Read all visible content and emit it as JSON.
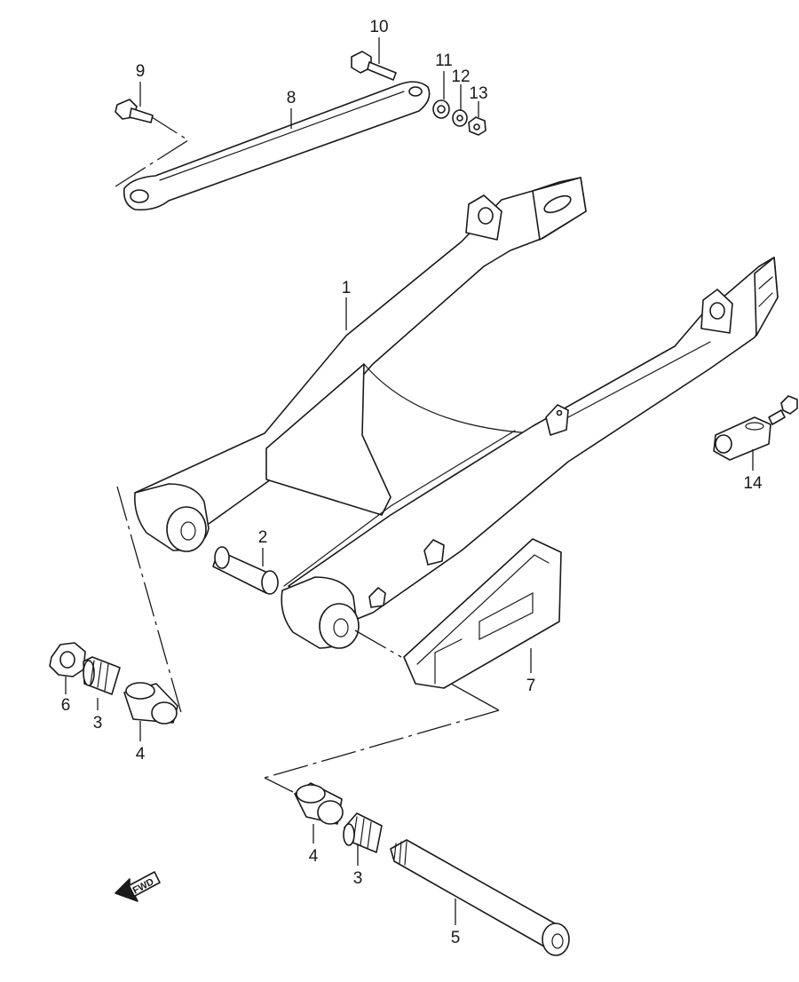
{
  "diagram": {
    "callouts": [
      {
        "id": "c1",
        "text": "1"
      },
      {
        "id": "c2",
        "text": "2"
      },
      {
        "id": "c3a",
        "text": "3"
      },
      {
        "id": "c3b",
        "text": "3"
      },
      {
        "id": "c4a",
        "text": "4"
      },
      {
        "id": "c4b",
        "text": "4"
      },
      {
        "id": "c5",
        "text": "5"
      },
      {
        "id": "c6",
        "text": "6"
      },
      {
        "id": "c7",
        "text": "7"
      },
      {
        "id": "c8",
        "text": "8"
      },
      {
        "id": "c9",
        "text": "9"
      },
      {
        "id": "c10",
        "text": "10"
      },
      {
        "id": "c11",
        "text": "11"
      },
      {
        "id": "c12",
        "text": "12"
      },
      {
        "id": "c13",
        "text": "13"
      },
      {
        "id": "c14",
        "text": "14"
      }
    ],
    "fwd_label": "FWD",
    "colors": {
      "line": "#1a1a1a",
      "background": "#ffffff"
    }
  }
}
